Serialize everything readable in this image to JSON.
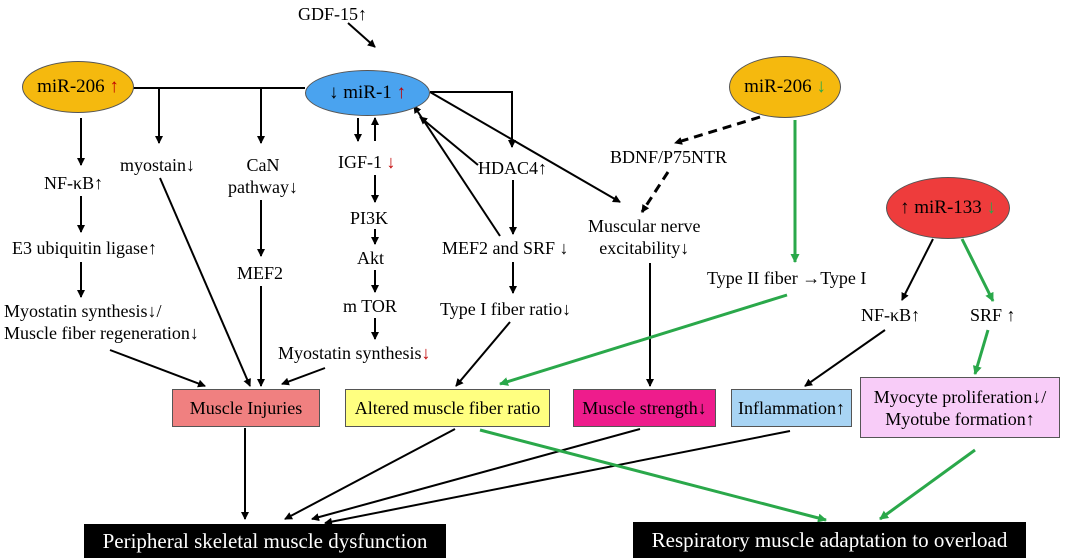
{
  "nodes": {
    "gdf15": "GDF-15↑",
    "mir1": {
      "left": "↓ miR-1 ",
      "arrow": "↑"
    },
    "mir206_left": {
      "text": "miR-206 ",
      "arrow": "↑"
    },
    "mir206_right": {
      "text": "miR-206 ",
      "arrow": "↓"
    },
    "mir133": {
      "text": "↑ miR-133 ",
      "arrow": "↓"
    },
    "nfkb_left": "NF-κB↑",
    "e3": "E3 ubiquitin ligase↑",
    "myostatin_regen": [
      "Myostatin synthesis↓/",
      "Muscle fiber regeneration↓"
    ],
    "myostain": "myostain↓",
    "can": [
      "CaN",
      "pathway↓"
    ],
    "mef2": "MEF2",
    "igf1": {
      "text": "IGF-1 ",
      "arrow": "↓"
    },
    "pi3k": "PI3K",
    "akt": "Akt",
    "mtor": "m TOR",
    "myostatin_syn": {
      "text": "Myostatin synthesis",
      "arrow": "↓"
    },
    "hdac4": "HDAC4↑",
    "mef2_srf": "MEF2 and SRF ↓",
    "type1_ratio": "Type I fiber ratio↓",
    "bdnf": "BDNF/P75NTR",
    "nerve": [
      "Muscular nerve",
      "excitability↓"
    ],
    "type2": "Type II fiber →Type I",
    "nfkb_right": "NF-κB↑",
    "srf": "SRF ↑"
  },
  "outcomes": {
    "injuries": "Muscle Injuries",
    "fiber_ratio": "Altered muscle fiber ratio",
    "strength": "Muscle strength↓",
    "inflammation": "Inflammation↑",
    "myocyte": [
      "Myocyte proliferation↓/",
      "Myotube formation↑"
    ]
  },
  "finals": {
    "peripheral": "Peripheral skeletal muscle dysfunction",
    "respiratory": "Respiratory muscle adaptation to overload"
  },
  "colors": {
    "mir206_fill": "#f5b90e",
    "mir1_fill": "#4aa3ef",
    "mir133_fill": "#ee3c3c",
    "injuries_fill": "#f08080",
    "fiber_fill": "#ffff80",
    "strength_fill": "#ee1c8c",
    "inflammation_fill": "#a8d4f4",
    "myocyte_fill": "#f8ccf8",
    "green_arrow": "#2aa84a",
    "up_red": "#c00000",
    "down_green": "#2aa84a"
  }
}
